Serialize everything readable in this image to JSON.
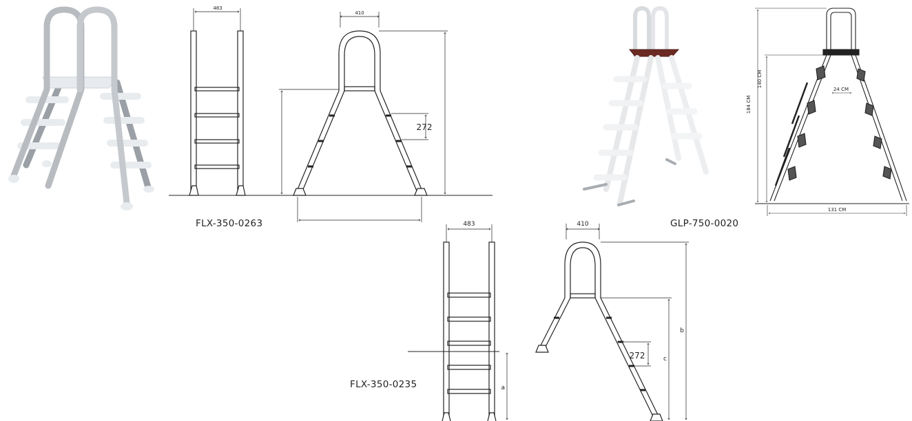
{
  "models": [
    {
      "code": "FLX-350-0263",
      "dimensions": {
        "front_width": "483",
        "top_width": "410",
        "step_spacing": "272"
      }
    },
    {
      "code": "GLP-750-0020",
      "dimensions": {
        "total_height": "184 CM",
        "platform_height": "140 CM",
        "platform_width": "24 CM",
        "base_width": "131 CM"
      }
    },
    {
      "code": "FLX-350-0235",
      "dimensions": {
        "front_width": "483",
        "top_width": "410",
        "step_spacing": "272",
        "label_a": "a",
        "label_b": "b",
        "label_c": "c"
      }
    }
  ],
  "colors": {
    "stainless": "#b8bcc0",
    "white_parts": "#f0f2f4",
    "platform": "#6b2a22",
    "line": "#222222"
  }
}
